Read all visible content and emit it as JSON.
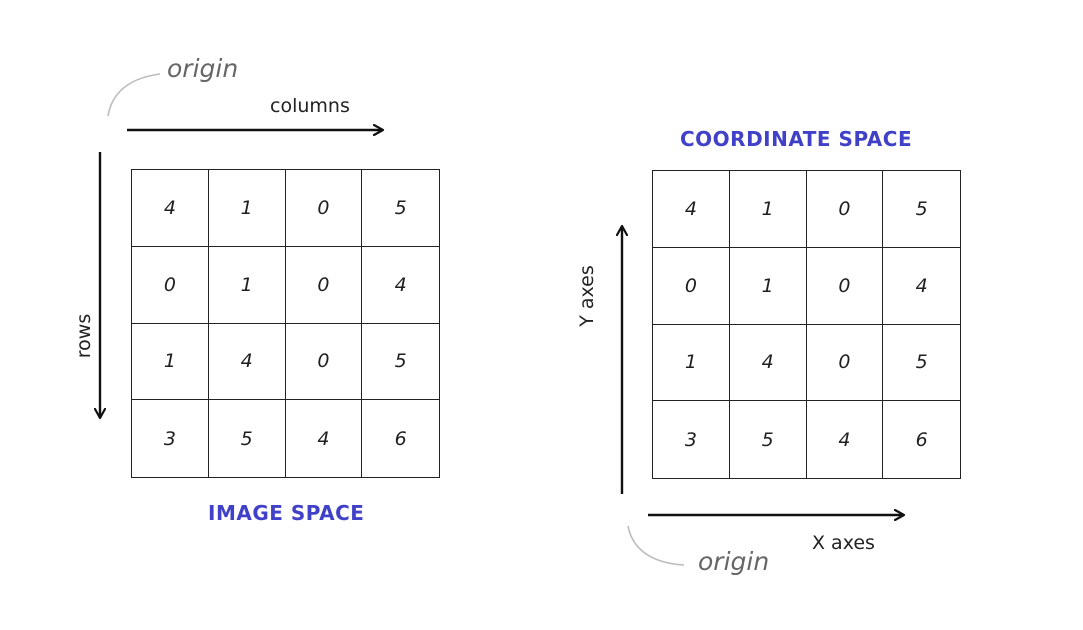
{
  "image_space": {
    "origin_label": "origin",
    "columns_label": "columns",
    "rows_label": "rows",
    "title": "IMAGE SPACE",
    "grid": [
      [
        "4",
        "1",
        "0",
        "5"
      ],
      [
        "0",
        "1",
        "0",
        "4"
      ],
      [
        "1",
        "4",
        "0",
        "5"
      ],
      [
        "3",
        "5",
        "4",
        "6"
      ]
    ]
  },
  "coordinate_space": {
    "title": "COORDINATE SPACE",
    "y_axis_label": "Y axes",
    "x_axis_label": "X axes",
    "origin_label": "origin",
    "grid": [
      [
        "4",
        "1",
        "0",
        "5"
      ],
      [
        "0",
        "1",
        "0",
        "4"
      ],
      [
        "1",
        "4",
        "0",
        "5"
      ],
      [
        "3",
        "5",
        "4",
        "6"
      ]
    ]
  },
  "colors": {
    "title_accent": "#4040c8",
    "origin_text": "#666666",
    "stroke": "#222222",
    "origin_curve": "#bbbbbb"
  }
}
